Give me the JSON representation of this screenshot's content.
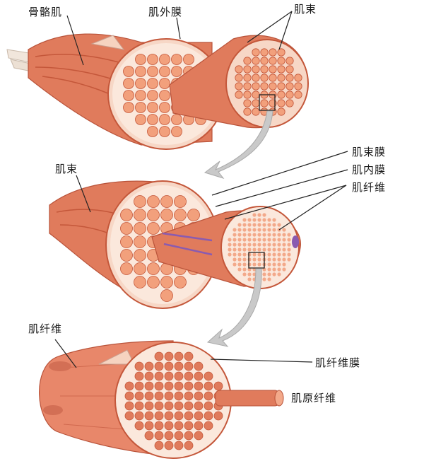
{
  "labels": {
    "skeletal_muscle": "骨骼肌",
    "epimysium": "肌外膜",
    "fascicle_top": "肌束",
    "fascicle_mid": "肌束",
    "perimysium": "肌束膜",
    "endomysium": "肌内膜",
    "muscle_fiber_mid": "肌纤维",
    "muscle_fiber_bottom": "肌纤维",
    "sarcolemma": "肌纤维膜",
    "myofibril": "肌原纤维"
  },
  "colors": {
    "muscle": "#e07b5c",
    "muscle_dark": "#c4573a",
    "muscle_light": "#f3a98a",
    "fiber": "#f2a07c",
    "membrane": "#fbe8dc",
    "arrow": "#c9c9c9",
    "vessel_blue": "#1f3f8f",
    "vessel_yellow": "#f1c232",
    "nerve_purple": "#8a5bb0"
  }
}
